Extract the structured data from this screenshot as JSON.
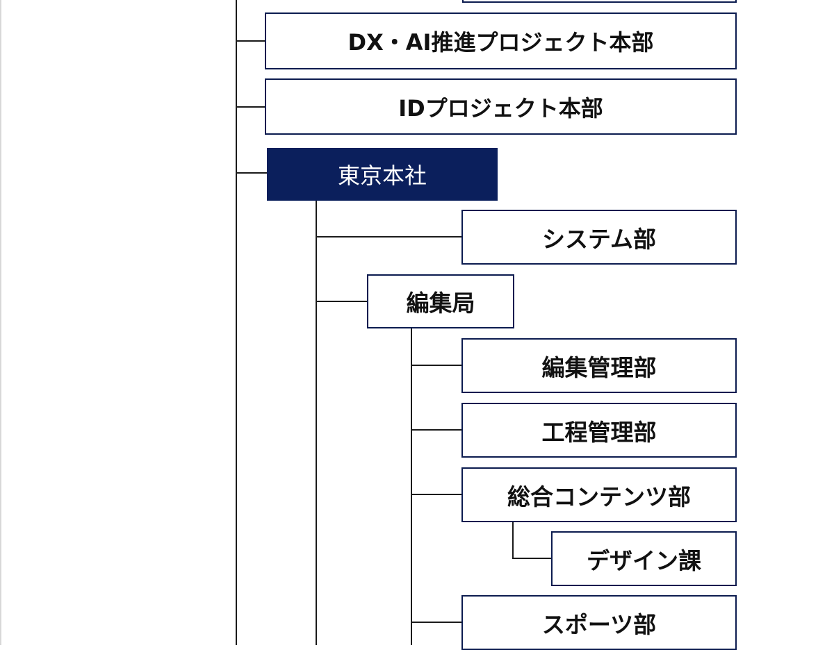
{
  "org_chart": {
    "units": [
      {
        "id": "unit-top-partial",
        "label": ""
      },
      {
        "id": "dx-ai",
        "label": "DX・AI推進プロジェクト本部"
      },
      {
        "id": "id-project",
        "label": "IDプロジェクト本部"
      },
      {
        "id": "tokyo-hq",
        "label": "東京本社"
      },
      {
        "id": "system",
        "label": "システム部"
      },
      {
        "id": "editorial",
        "label": "編集局"
      },
      {
        "id": "editorial-management",
        "label": "編集管理部"
      },
      {
        "id": "process-management",
        "label": "工程管理部"
      },
      {
        "id": "general-contents",
        "label": "総合コンテンツ部"
      },
      {
        "id": "design",
        "label": "デザイン課"
      },
      {
        "id": "sports",
        "label": "スポーツ部"
      }
    ]
  },
  "colors": {
    "box_border": "#0b1b4f",
    "filled_box": "#0b1f5c",
    "connector": "#1a1a1a"
  }
}
